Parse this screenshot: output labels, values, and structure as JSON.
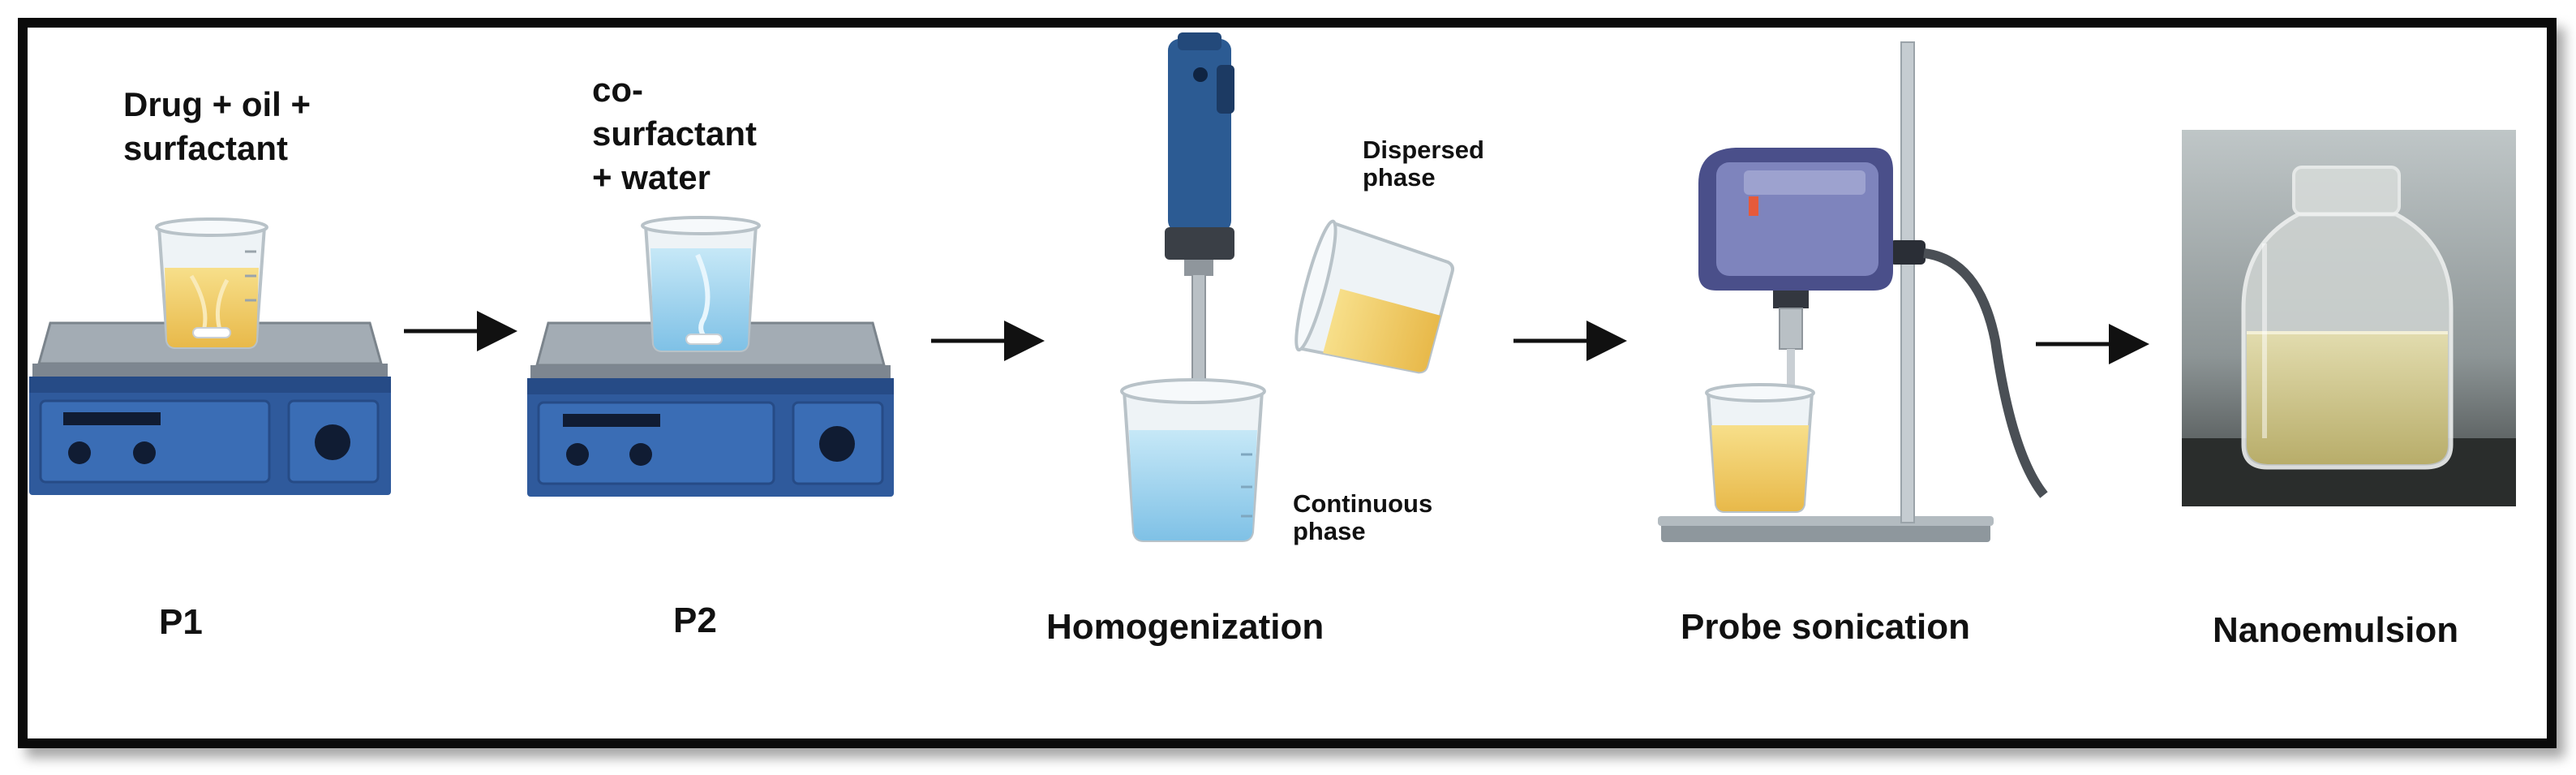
{
  "labels": {
    "p1_inputs": [
      "Drug + oil +",
      "surfactant"
    ],
    "p2_inputs": [
      "co-",
      "surfactant",
      "+ water"
    ],
    "dispersed_phase": [
      "Dispersed",
      "phase"
    ],
    "continuous_phase": [
      "Continuous",
      "phase"
    ]
  },
  "steps": [
    "P1",
    "P2",
    "Homogenization",
    "Probe sonication",
    "Nanoemulsion"
  ],
  "colors": {
    "border": "#0a0a0a",
    "hotplate_blue": "#2f5a9c",
    "hotplate_top": "#9aa4ad",
    "oil_yellow": "#f2cf63",
    "water_blue": "#9fd3ee",
    "homogenizer_blue": "#2c5b93",
    "sonicator_purple": "#4a4f8a"
  },
  "icons": [
    "hotplate-icon",
    "beaker-icon",
    "homogenizer-icon",
    "sonicator-icon",
    "vial-photo",
    "arrow-right-icon"
  ]
}
